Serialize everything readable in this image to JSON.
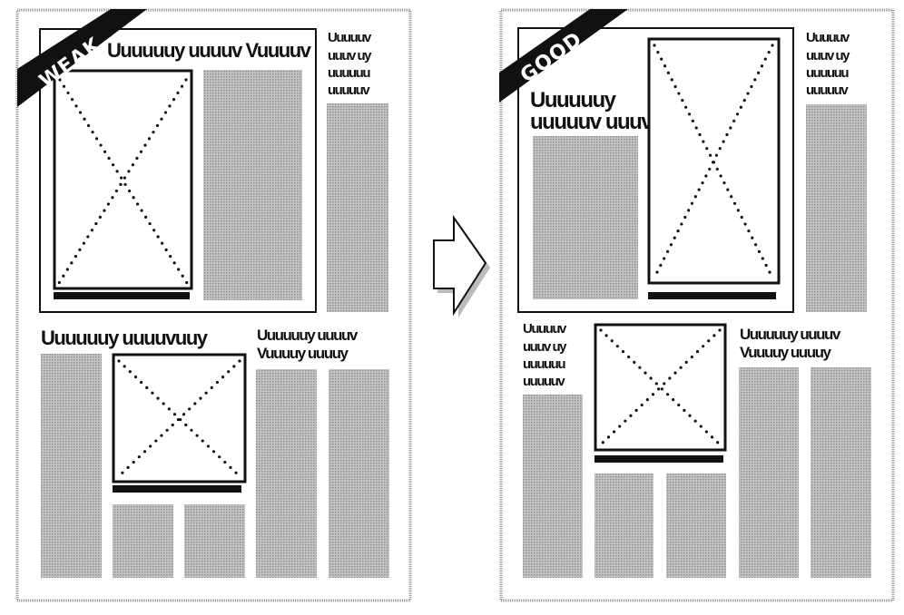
{
  "weak_layout": {
    "badge": "WEAK",
    "main_headline": "Uuuuuuy uuuuv Vuuuuv",
    "side_headline": [
      "Uuuuuv",
      "uuuv uy",
      "uuuuuu",
      "uuuuuv"
    ],
    "lower_left_headline": "Uuuuuuy uuuuvuuy",
    "lower_right_headline": [
      "Uuuuuuy uuuuv",
      "Vuuuuy uuuuy"
    ]
  },
  "good_layout": {
    "badge": "GOOD",
    "main_headline": [
      "Uuuuuuy",
      "uuuuuv uuuv"
    ],
    "side_headline": [
      "Uuuuuv",
      "uuuv uy",
      "uuuuuu",
      "uuuuuv"
    ],
    "lower_left_headline": [
      "Uuuuuv",
      "uuuv uy",
      "uuuuuu",
      "uuuuuv"
    ],
    "lower_right_headline": [
      "Uuuuuuy uuuuv",
      "Vuuuuy uuuuy"
    ]
  },
  "colors": {
    "ink": "#111111",
    "halftone": "#b5b5b5",
    "border": "#999999"
  }
}
